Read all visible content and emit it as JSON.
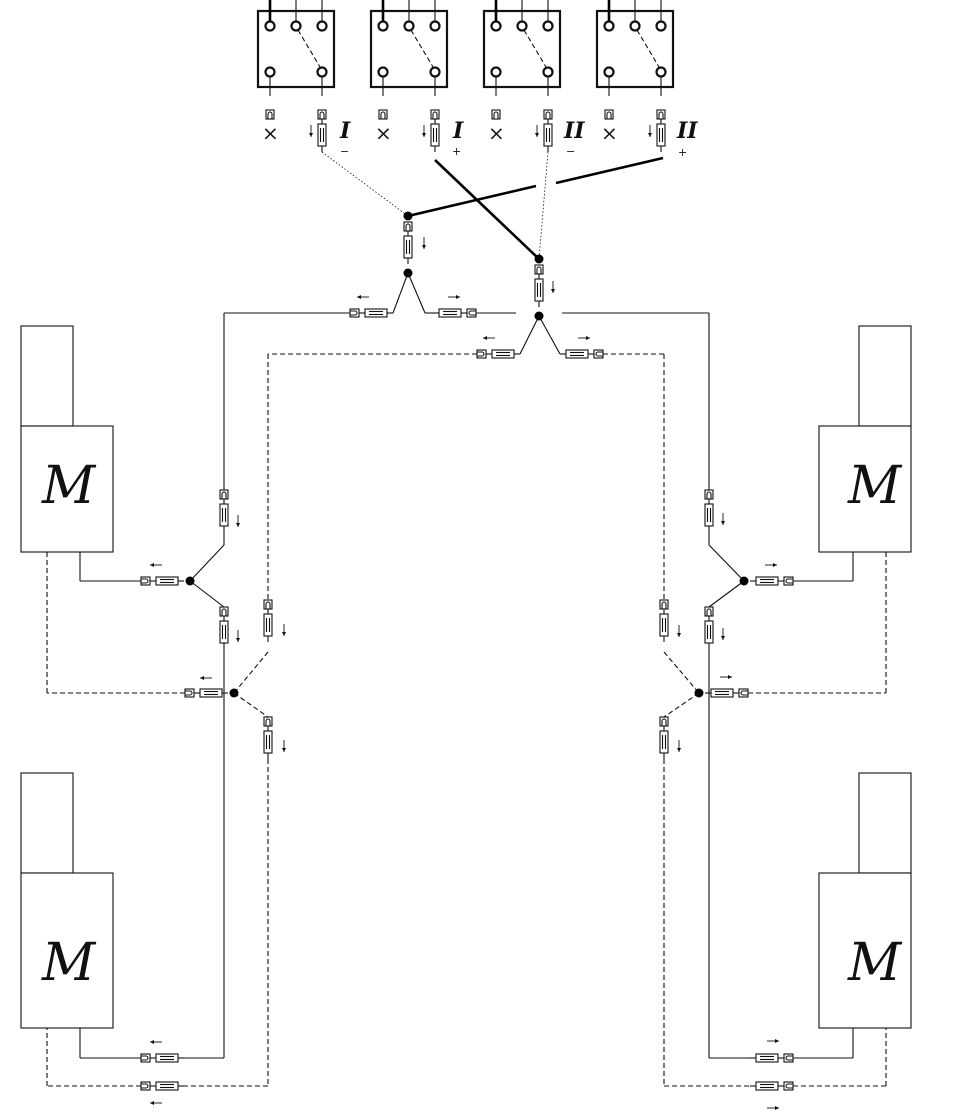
{
  "switch_blocks": [
    {
      "name": "switch-1",
      "poles": [
        "×",
        "−"
      ],
      "circuit": "I",
      "sign": "−"
    },
    {
      "name": "switch-2",
      "poles": [
        "×",
        "+"
      ],
      "circuit": "I",
      "sign": "+"
    },
    {
      "name": "switch-3",
      "poles": [
        "×",
        "−"
      ],
      "circuit": "II",
      "sign": "−"
    },
    {
      "name": "switch-4",
      "poles": [
        "×",
        "+"
      ],
      "circuit": "II",
      "sign": "+"
    }
  ],
  "unused_pole_mark": "×",
  "motor_label": "M",
  "motors": [
    "front-left",
    "front-right",
    "rear-left",
    "rear-right"
  ]
}
